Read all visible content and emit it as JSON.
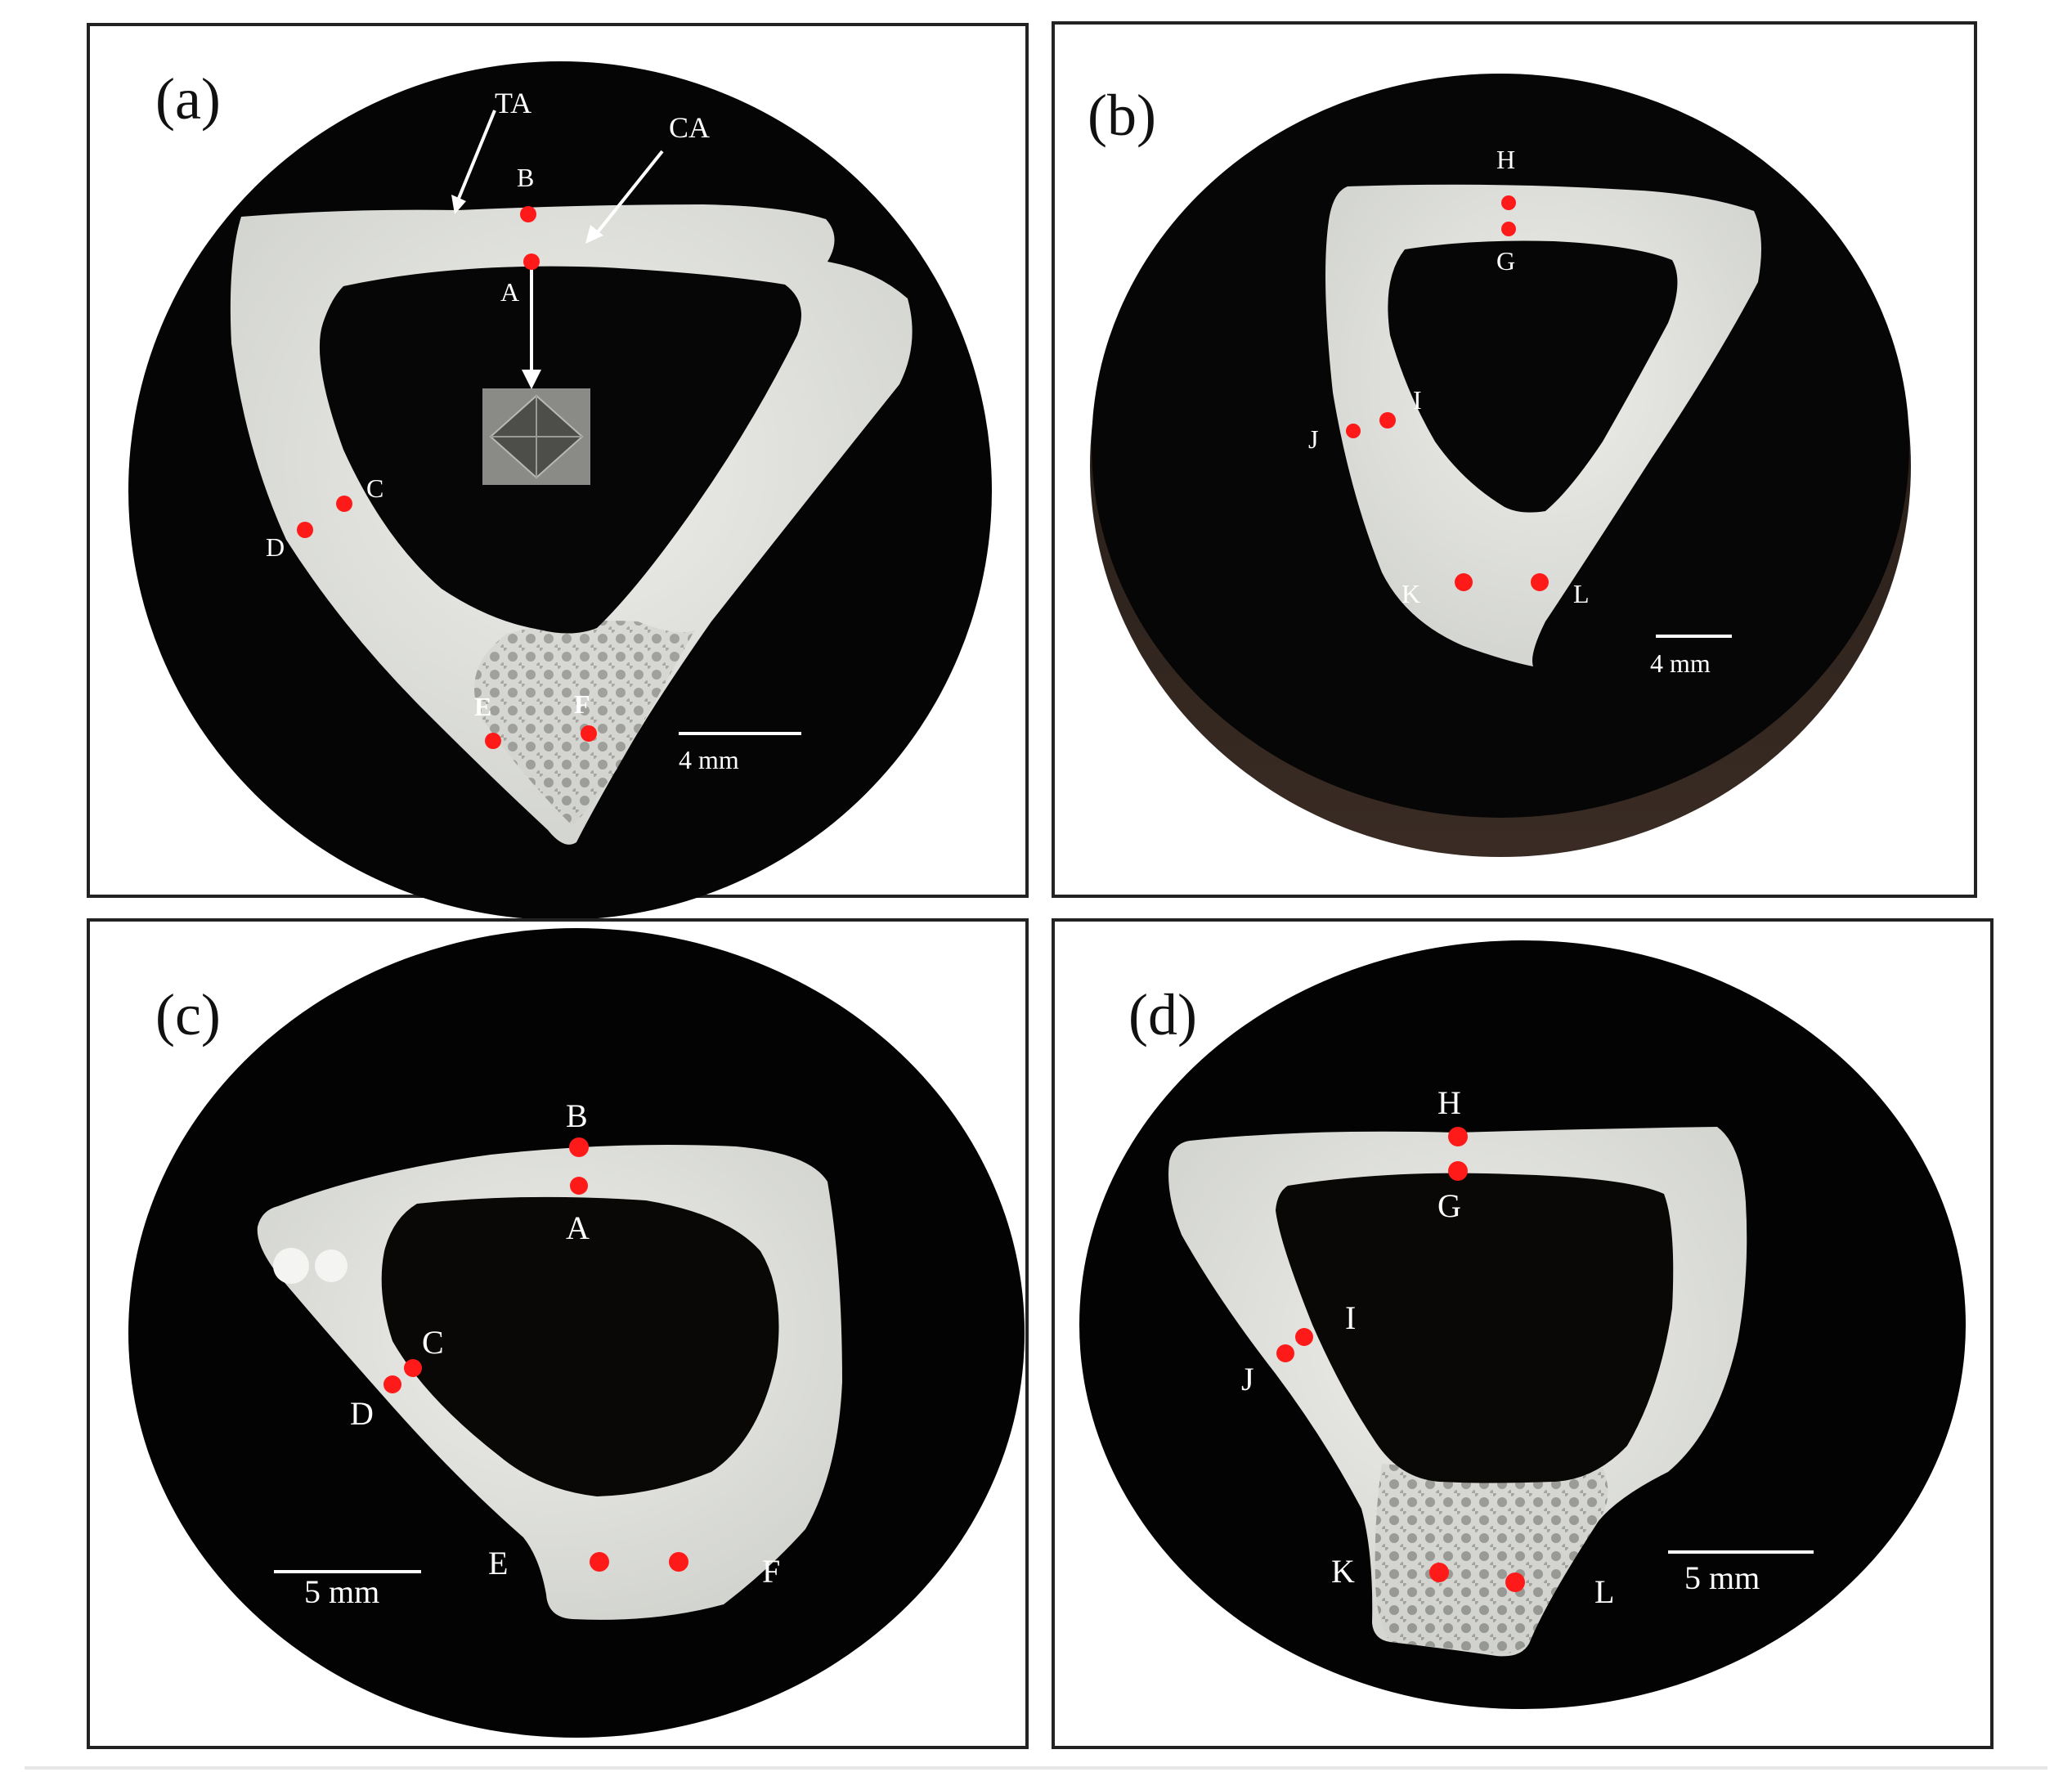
{
  "colors": {
    "frame": "#222222",
    "mount": "#050505",
    "mount_brown": "#261a14",
    "bone": "#dcdcd6",
    "marrow": "#080705",
    "marker": "#ff1a1a",
    "label": "#ffffff",
    "panel_label": "#111111"
  },
  "panels": [
    {
      "label": "(a)",
      "scale": "4 mm",
      "annotations": {
        "ta": "TA",
        "ca": "CA"
      },
      "points": [
        "A",
        "B",
        "C",
        "D",
        "E",
        "F"
      ]
    },
    {
      "label": "(b)",
      "scale": "4 mm",
      "points": [
        "G",
        "H",
        "I",
        "J",
        "K",
        "L"
      ]
    },
    {
      "label": "(c)",
      "scale": "5 mm",
      "points": [
        "A",
        "B",
        "C",
        "D",
        "E",
        "F"
      ]
    },
    {
      "label": "(d)",
      "scale": "5 mm",
      "points": [
        "G",
        "H",
        "I",
        "J",
        "K",
        "L"
      ]
    }
  ]
}
